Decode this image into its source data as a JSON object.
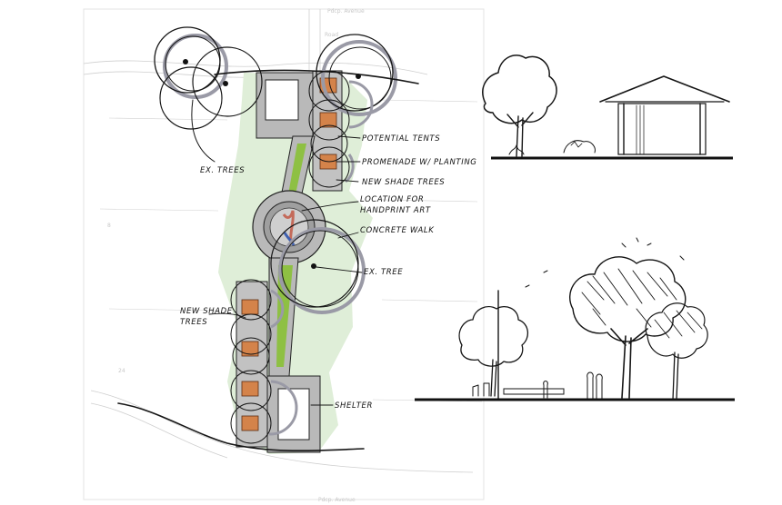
{
  "plan": {
    "labels": {
      "ex_trees": "EX. TREES",
      "potential_tents": "POTENTIAL TENTS",
      "promenade": "PROMENADE W/ PLANTING",
      "new_shade_trees_top": "NEW SHADE TREES",
      "location_art_line1": "LOCATION FOR",
      "location_art_line2": "HANDPRINT ART",
      "concrete_walk": "CONCRETE WALK",
      "ex_tree": "EX. TREE",
      "new_shade_trees_left_line1": "NEW SHADE",
      "new_shade_trees_left_line2": "TREES",
      "shelter": "SHELTER"
    },
    "basemap_text": {
      "top_street": "Pdcp. Avenue",
      "bottom_street": "Pdcp. Avenue",
      "side_note": "Road",
      "lot_1": "8",
      "lot_2": "24"
    }
  },
  "colors": {
    "lawn_green": "#dfeed8",
    "planting_green": "#8ec043",
    "paving_gray": "#b9b9b9",
    "tree_shadow": "#9a9aa6",
    "tree_orange": "#d4834a"
  }
}
